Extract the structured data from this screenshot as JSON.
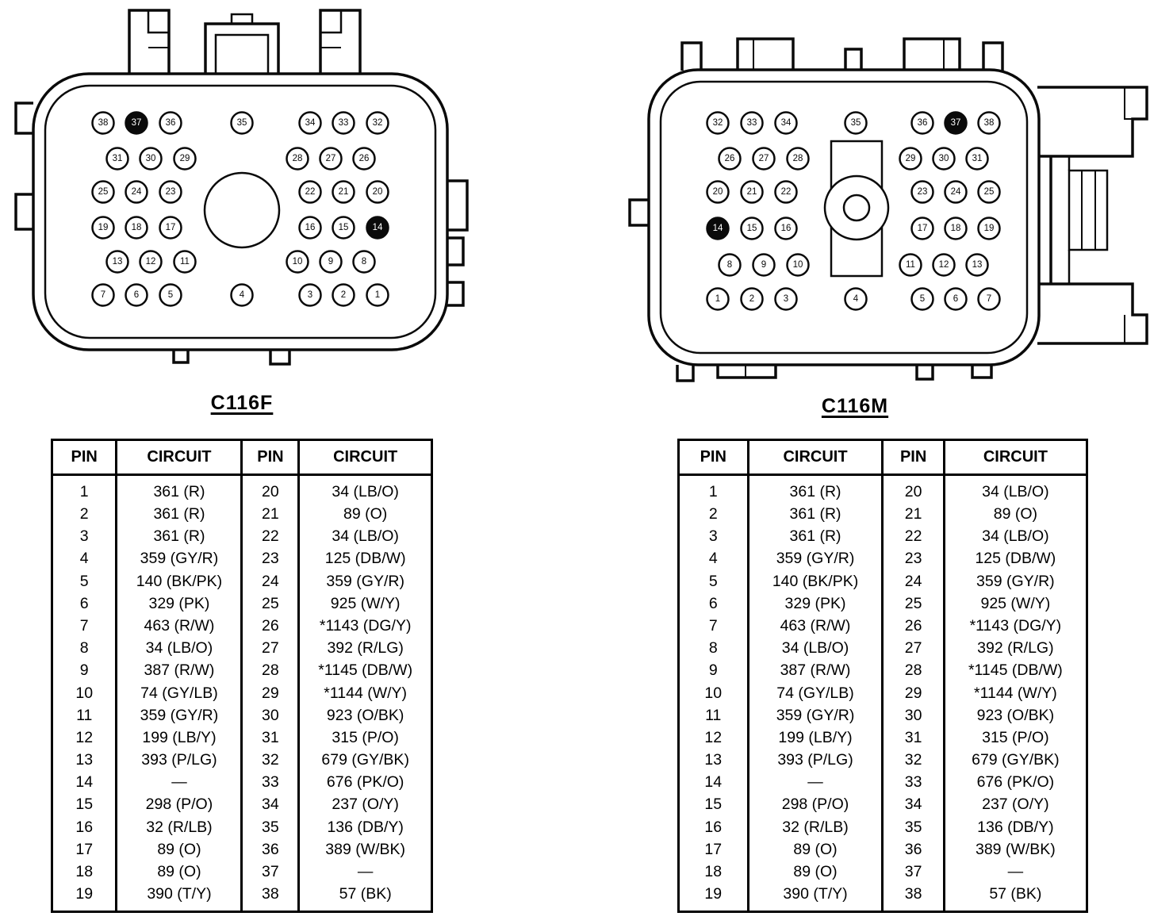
{
  "page": {
    "background": "#ffffff",
    "ink": "#0a0a0a"
  },
  "connectors": [
    {
      "id": "C116F",
      "label": "C116F",
      "filled_pins": [
        37,
        14
      ],
      "center_feature": "circle",
      "rows": [
        {
          "left": [
            38,
            37,
            36
          ],
          "mid": [
            35
          ],
          "right": [
            34,
            33,
            32
          ],
          "indent": false
        },
        {
          "left": [
            31,
            30,
            29
          ],
          "mid": [],
          "right": [
            28,
            27,
            26
          ],
          "indent": true
        },
        {
          "left": [
            25,
            24,
            23
          ],
          "mid": [],
          "right": [
            22,
            21,
            20
          ],
          "indent": false
        },
        {
          "left": [
            19,
            18,
            17
          ],
          "mid": [],
          "right": [
            16,
            15,
            14
          ],
          "indent": false
        },
        {
          "left": [
            13,
            12,
            11
          ],
          "mid": [],
          "right": [
            10,
            9,
            8
          ],
          "indent": true
        },
        {
          "left": [
            7,
            6,
            5
          ],
          "mid": [
            4
          ],
          "right": [
            3,
            2,
            1
          ],
          "indent": false
        }
      ]
    },
    {
      "id": "C116M",
      "label": "C116M",
      "filled_pins": [
        14,
        37
      ],
      "center_feature": "keyway",
      "rows": [
        {
          "left": [
            32,
            33,
            34
          ],
          "mid": [
            35
          ],
          "right": [
            36,
            37,
            38
          ],
          "indent": false
        },
        {
          "left": [
            26,
            27,
            28
          ],
          "mid": [],
          "right": [
            29,
            30,
            31
          ],
          "indent": true
        },
        {
          "left": [
            20,
            21,
            22
          ],
          "mid": [],
          "right": [
            23,
            24,
            25
          ],
          "indent": false
        },
        {
          "left": [
            14,
            15,
            16
          ],
          "mid": [],
          "right": [
            17,
            18,
            19
          ],
          "indent": false
        },
        {
          "left": [
            8,
            9,
            10
          ],
          "mid": [],
          "right": [
            11,
            12,
            13
          ],
          "indent": true
        },
        {
          "left": [
            1,
            2,
            3
          ],
          "mid": [
            4
          ],
          "right": [
            5,
            6,
            7
          ],
          "indent": false
        }
      ]
    }
  ],
  "tables": [
    {
      "connector": "C116F",
      "headers": [
        "PIN",
        "CIRCUIT",
        "PIN",
        "CIRCUIT"
      ],
      "rows": [
        [
          "1",
          "361 (R)",
          "20",
          "34 (LB/O)"
        ],
        [
          "2",
          "361 (R)",
          "21",
          "89 (O)"
        ],
        [
          "3",
          "361 (R)",
          "22",
          "34 (LB/O)"
        ],
        [
          "4",
          "359 (GY/R)",
          "23",
          "125 (DB/W)"
        ],
        [
          "5",
          "140 (BK/PK)",
          "24",
          "359 (GY/R)"
        ],
        [
          "6",
          "329 (PK)",
          "25",
          "925 (W/Y)"
        ],
        [
          "7",
          "463 (R/W)",
          "26",
          "*1143 (DG/Y)"
        ],
        [
          "8",
          "34 (LB/O)",
          "27",
          "392 (R/LG)"
        ],
        [
          "9",
          "387 (R/W)",
          "28",
          "*1145 (DB/W)"
        ],
        [
          "10",
          "74 (GY/LB)",
          "29",
          "*1144 (W/Y)"
        ],
        [
          "11",
          "359 (GY/R)",
          "30",
          "923 (O/BK)"
        ],
        [
          "12",
          "199 (LB/Y)",
          "31",
          "315 (P/O)"
        ],
        [
          "13",
          "393 (P/LG)",
          "32",
          "679 (GY/BK)"
        ],
        [
          "14",
          "—",
          "33",
          "676 (PK/O)"
        ],
        [
          "15",
          "298 (P/O)",
          "34",
          "237 (O/Y)"
        ],
        [
          "16",
          "32 (R/LB)",
          "35",
          "136 (DB/Y)"
        ],
        [
          "17",
          "89 (O)",
          "36",
          "389 (W/BK)"
        ],
        [
          "18",
          "89 (O)",
          "37",
          "—"
        ],
        [
          "19",
          "390 (T/Y)",
          "38",
          "57 (BK)"
        ]
      ]
    },
    {
      "connector": "C116M",
      "headers": [
        "PIN",
        "CIRCUIT",
        "PIN",
        "CIRCUIT"
      ],
      "rows": [
        [
          "1",
          "361 (R)",
          "20",
          "34 (LB/O)"
        ],
        [
          "2",
          "361 (R)",
          "21",
          "89 (O)"
        ],
        [
          "3",
          "361 (R)",
          "22",
          "34 (LB/O)"
        ],
        [
          "4",
          "359 (GY/R)",
          "23",
          "125 (DB/W)"
        ],
        [
          "5",
          "140 (BK/PK)",
          "24",
          "359 (GY/R)"
        ],
        [
          "6",
          "329 (PK)",
          "25",
          "925 (W/Y)"
        ],
        [
          "7",
          "463 (R/W)",
          "26",
          "*1143 (DG/Y)"
        ],
        [
          "8",
          "34 (LB/O)",
          "27",
          "392 (R/LG)"
        ],
        [
          "9",
          "387 (R/W)",
          "28",
          "*1145 (DB/W)"
        ],
        [
          "10",
          "74 (GY/LB)",
          "29",
          "*1144 (W/Y)"
        ],
        [
          "11",
          "359 (GY/R)",
          "30",
          "923 (O/BK)"
        ],
        [
          "12",
          "199 (LB/Y)",
          "31",
          "315 (P/O)"
        ],
        [
          "13",
          "393 (P/LG)",
          "32",
          "679 (GY/BK)"
        ],
        [
          "14",
          "—",
          "33",
          "676 (PK/O)"
        ],
        [
          "15",
          "298 (P/O)",
          "34",
          "237 (O/Y)"
        ],
        [
          "16",
          "32 (R/LB)",
          "35",
          "136 (DB/Y)"
        ],
        [
          "17",
          "89 (O)",
          "36",
          "389 (W/BK)"
        ],
        [
          "18",
          "89 (O)",
          "37",
          "—"
        ],
        [
          "19",
          "390 (T/Y)",
          "38",
          "57 (BK)"
        ]
      ]
    }
  ]
}
